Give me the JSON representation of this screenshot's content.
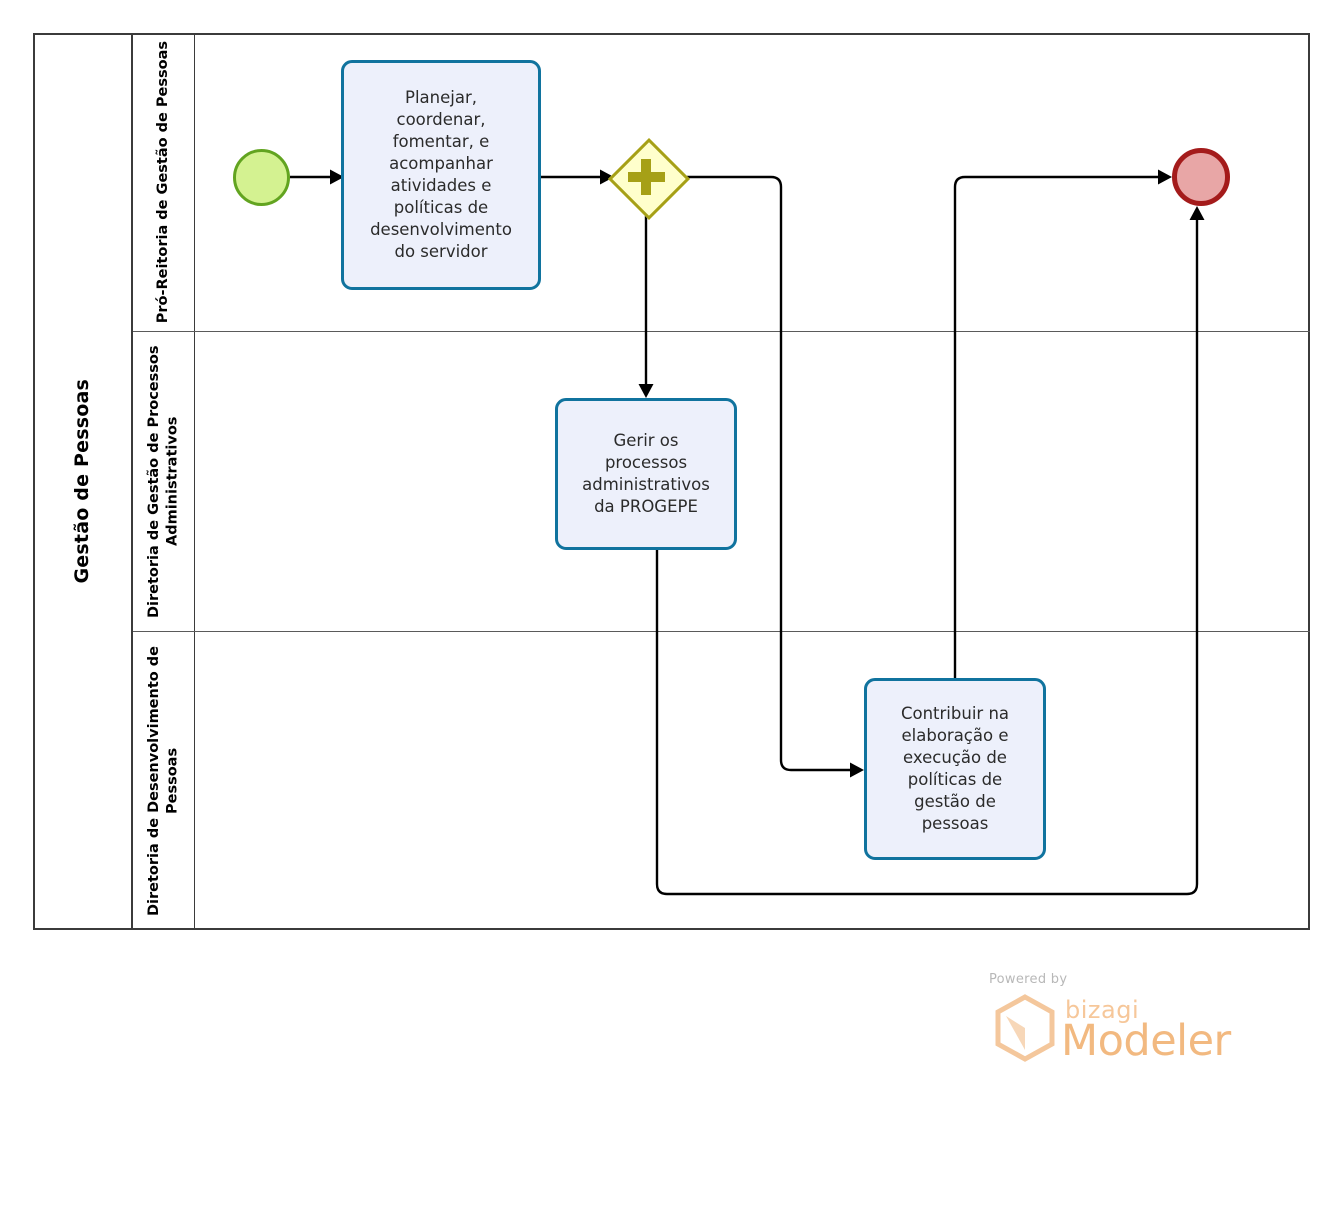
{
  "diagram": {
    "type": "bpmn-process-diagram",
    "pool": {
      "name": "Gestão de Pessoas"
    },
    "lanes": [
      {
        "id": "lane-pro-reitoria",
        "name": "Pró-Reitoria de Gestão de\nPessoas"
      },
      {
        "id": "lane-gestao-processos",
        "name": "Diretoria de Gestão de\nProcessos Administrativos"
      },
      {
        "id": "lane-desenvolvimento",
        "name": "Diretoria de Desenvolvimento\nde Pessoas"
      }
    ],
    "nodes": [
      {
        "id": "start-event",
        "type": "start-event",
        "lane": "lane-pro-reitoria",
        "label": ""
      },
      {
        "id": "task-planejar",
        "type": "task",
        "lane": "lane-pro-reitoria",
        "label": "Planejar,\ncoordenar,\nfomentar, e\nacompanhar\natividades e\npolíticas de\ndesenvolvimento\ndo servidor"
      },
      {
        "id": "gateway-parallel",
        "type": "parallel-gateway",
        "lane": "lane-pro-reitoria",
        "label": ""
      },
      {
        "id": "task-gerir",
        "type": "task",
        "lane": "lane-gestao-processos",
        "label": "Gerir os\nprocessos\nadministrativos\nda PROGEPE"
      },
      {
        "id": "task-contribuir",
        "type": "task",
        "lane": "lane-desenvolvimento",
        "label": "Contribuir na\nelaboração e\nexecução de\npolíticas de\ngestão de\npessoas"
      },
      {
        "id": "end-event",
        "type": "end-event",
        "lane": "lane-pro-reitoria",
        "label": ""
      }
    ],
    "flows": [
      {
        "from": "start-event",
        "to": "task-planejar"
      },
      {
        "from": "task-planejar",
        "to": "gateway-parallel"
      },
      {
        "from": "gateway-parallel",
        "to": "task-gerir"
      },
      {
        "from": "gateway-parallel",
        "to": "task-contribuir"
      },
      {
        "from": "task-contribuir",
        "to": "end-event"
      },
      {
        "from": "task-gerir",
        "to": "end-event"
      }
    ],
    "colors": {
      "task_fill": "#EDF0FB",
      "task_border": "#10739E",
      "start_fill": "#D4F291",
      "start_border": "#62A420",
      "end_fill": "#E8A6A6",
      "end_border": "#A41B1B",
      "gateway_fill": "#FFFFCC",
      "gateway_border": "#A6A016",
      "pool_border": "#3B3B3B",
      "flow_stroke": "#000000"
    }
  },
  "watermark": {
    "powered_by": "Powered by",
    "brand": "bizagi",
    "product": "Modeler",
    "color": "#F2B980"
  }
}
